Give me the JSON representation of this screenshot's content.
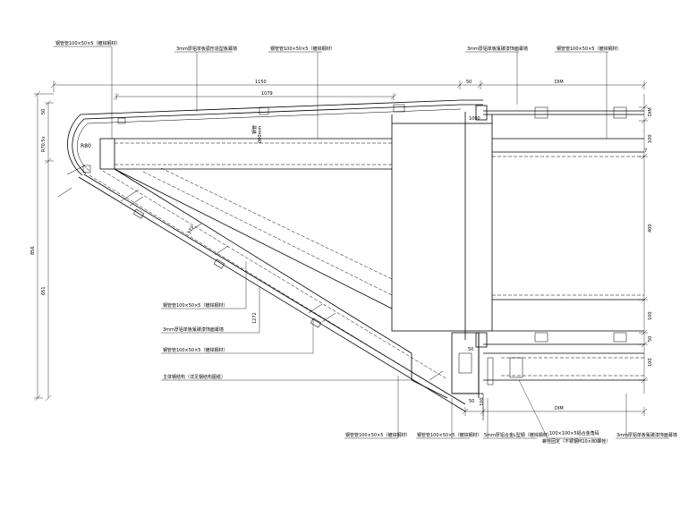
{
  "callouts": {
    "top_1": "钢管管100×50×5（镀锌钢材）",
    "top_2": "3mm厚铝单板弧形造型板幕墙",
    "top_3": "钢管管100×50×5（镀锌钢材）",
    "top_4": "3mm厚铝单板氟碳漆饰面幕墙",
    "top_5": "钢管管100×50×5（镀锌钢材）",
    "left_1": "钢管管100×50×5（镀锌钢材）",
    "left_2": "3mm厚铝单板氟碳漆饰面幕墙",
    "left_3": "钢管管100×50×5（镀锌钢材）",
    "left_4": "主体钢结构（详见钢结构图纸）",
    "bottom_1": "钢管管100×50×5（镀锌钢材）",
    "bottom_2": "钢管管100×50×5（镀锌钢材）",
    "bottom_3": "5mm厚铝合金L型钢（镀锌钢材）",
    "bottom_4a": "100×100×5铝合金角码",
    "bottom_4b": "螺栓固定（不锈钢M10×80螺栓）",
    "bottom_5": "3mm厚铝单板氟碳漆饰面幕墙"
  },
  "dims": {
    "top_1150": "1150",
    "top_50": "50",
    "top_dim": "DIM",
    "top_1079": "1079",
    "left_50": "50",
    "left_radius": "R70.5x",
    "left_856": "856",
    "left_651": "651",
    "right_dim": "DIM",
    "right_100a": "100",
    "right_400": "400",
    "right_100b": "100",
    "right_50": "50",
    "right_100c": "100",
    "bottom_50": "50",
    "bottom_dim": "DIM",
    "bottom_100": "100",
    "mid_50": "50",
    "mid_1000": "1000"
  },
  "labels": {
    "r80": "R80",
    "beam_note": "000mm",
    "pipe_mark": "钢管",
    "diag_mark": "173",
    "diag_mark2": "1272",
    "right_small": "7"
  }
}
